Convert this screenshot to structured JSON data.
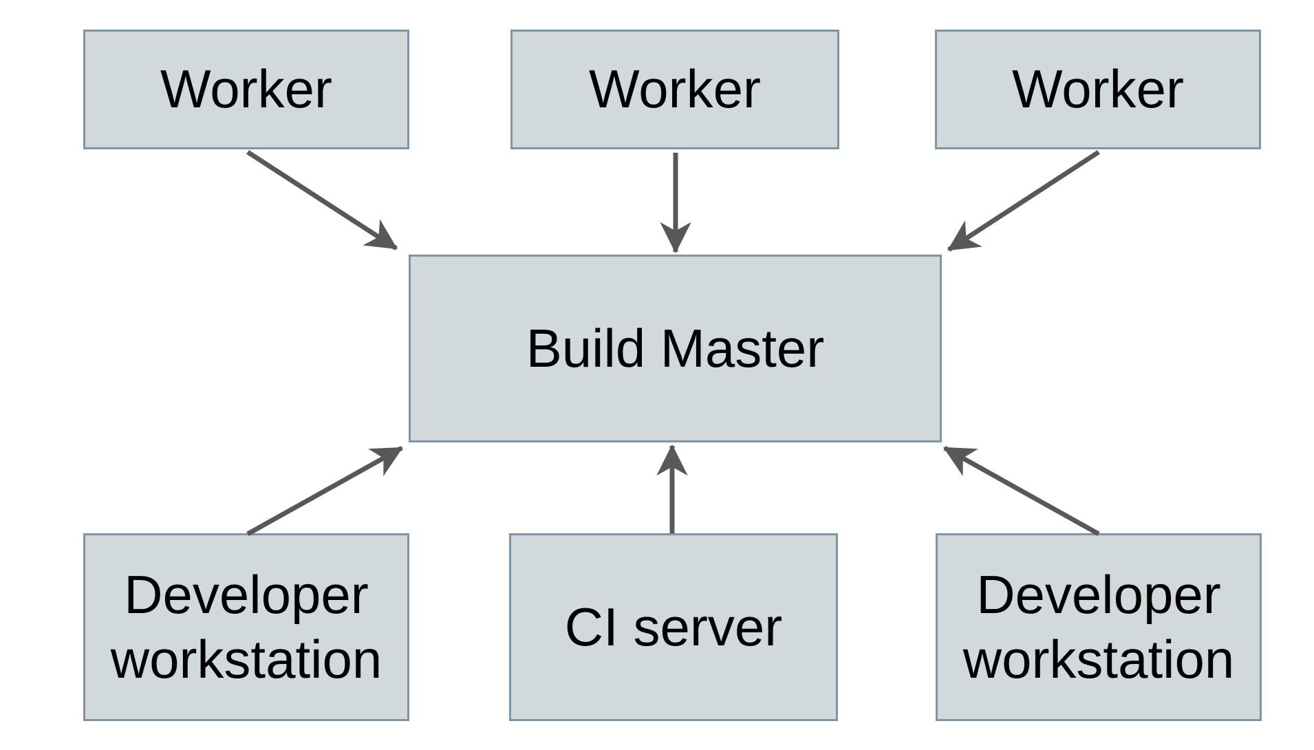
{
  "diagram": {
    "nodes": {
      "worker_left": {
        "label": "Worker"
      },
      "worker_center": {
        "label": "Worker"
      },
      "worker_right": {
        "label": "Worker"
      },
      "build_master": {
        "label": "Build Master"
      },
      "dev_workstation_left": {
        "label": "Developer workstation"
      },
      "ci_server": {
        "label": "CI server"
      },
      "dev_workstation_right": {
        "label": "Developer workstation"
      }
    },
    "edges": [
      {
        "from": "worker_left",
        "to": "build_master"
      },
      {
        "from": "worker_center",
        "to": "build_master"
      },
      {
        "from": "worker_right",
        "to": "build_master"
      },
      {
        "from": "dev_workstation_left",
        "to": "build_master"
      },
      {
        "from": "ci_server",
        "to": "build_master"
      },
      {
        "from": "dev_workstation_right",
        "to": "build_master"
      }
    ]
  },
  "theme": {
    "background": "#ffffff",
    "node_fill": "#d1d9dc",
    "node_border": "#8094a2",
    "arrow_color": "#58585a",
    "text_color": "#000000"
  }
}
